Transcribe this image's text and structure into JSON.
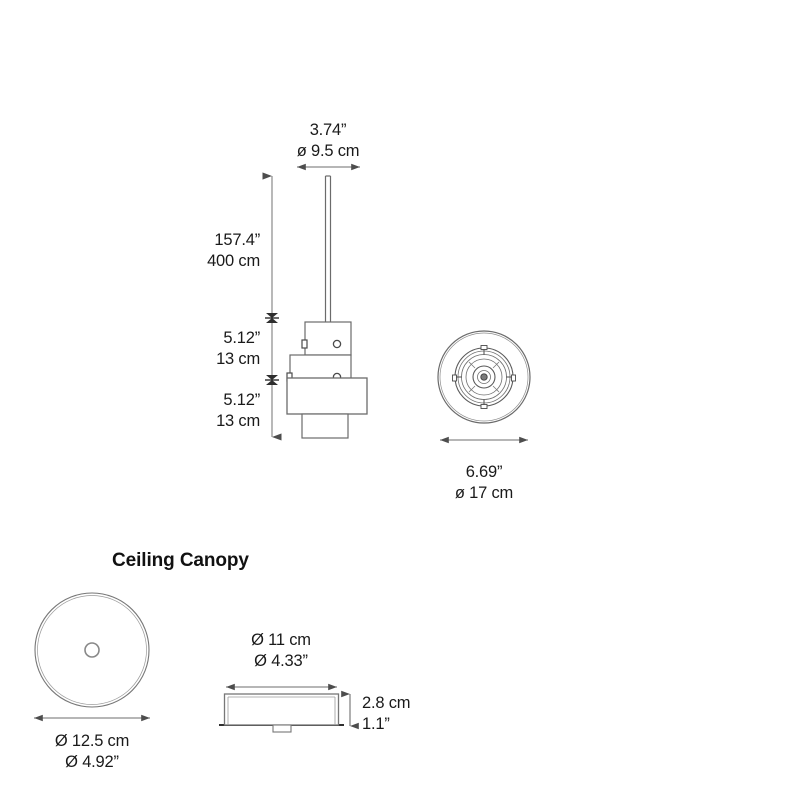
{
  "document": {
    "type": "technical-dimension-drawing",
    "subject": "Pendant lamp with ceiling canopy",
    "background_color": "#ffffff",
    "line_color": "#5a5a5a",
    "dimension_line_color": "#6e6e6e",
    "text_color": "#1a1a1a"
  },
  "pendant_view": {
    "shade_diameter": {
      "inch": "3.74”",
      "cm": "ø 9.5 cm"
    },
    "drop_length": {
      "inch": "157.4”",
      "cm": "400 cm"
    },
    "upper_body_height": {
      "inch": "5.12”",
      "cm": "13 cm"
    },
    "lower_body_height": {
      "inch": "5.12”",
      "cm": "13 cm"
    }
  },
  "bottom_view": {
    "diameter": {
      "inch": "6.69”",
      "cm": "ø 17 cm"
    }
  },
  "canopy": {
    "title": "Ceiling Canopy",
    "plan_diameter": {
      "cm": "Ø 12.5 cm",
      "inch": "Ø 4.92”"
    },
    "side_diameter": {
      "cm": "Ø 11 cm",
      "inch": "Ø 4.33”"
    },
    "side_height": {
      "cm": "2.8 cm",
      "inch": "1.1”"
    }
  }
}
